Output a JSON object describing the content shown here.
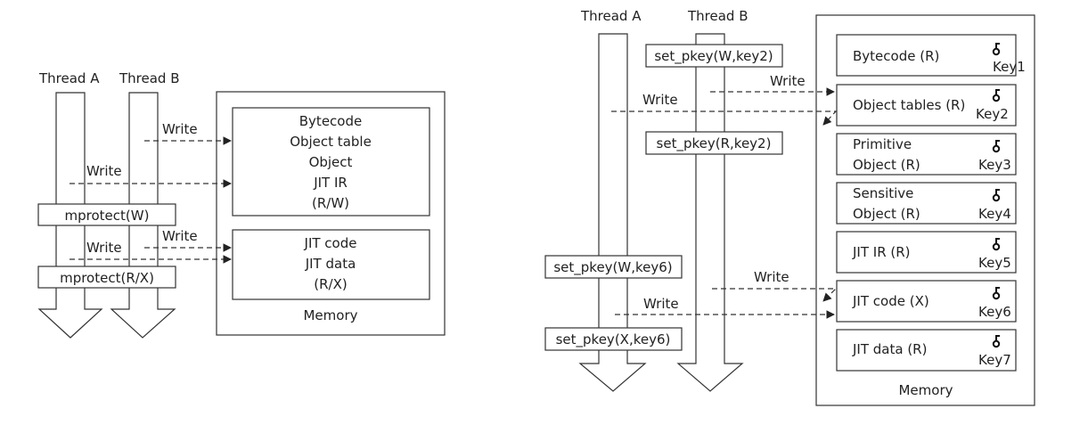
{
  "left": {
    "thread_a": "Thread A",
    "thread_b": "Thread B",
    "write": "Write",
    "mprotect_w": "mprotect(W)",
    "mprotect_rx": "mprotect(R/X)",
    "mem_box1": [
      "Bytecode",
      "Object table",
      "Object",
      "JIT IR",
      "(R/W)"
    ],
    "mem_box2": [
      "JIT code",
      "JIT data",
      "(R/X)"
    ],
    "memory": "Memory"
  },
  "right": {
    "thread_a": "Thread A",
    "thread_b": "Thread B",
    "write": "Write",
    "set_pkey_w2": "set_pkey(W,key2)",
    "set_pkey_r2": "set_pkey(R,key2)",
    "set_pkey_w6": "set_pkey(W,key6)",
    "set_pkey_x6": "set_pkey(X,key6)",
    "regions": [
      {
        "label": "Bytecode (R)",
        "key": "Key1"
      },
      {
        "label": "Object tables (R)",
        "key": "Key2"
      },
      {
        "label1": "Primitive",
        "label2": "Object (R)",
        "key": "Key3"
      },
      {
        "label1": "Sensitive",
        "label2": "Object (R)",
        "key": "Key4"
      },
      {
        "label": "JIT IR (R)",
        "key": "Key5"
      },
      {
        "label": "JIT code (X)",
        "key": "Key6"
      },
      {
        "label": "JIT data (R)",
        "key": "Key7"
      }
    ],
    "memory": "Memory"
  }
}
